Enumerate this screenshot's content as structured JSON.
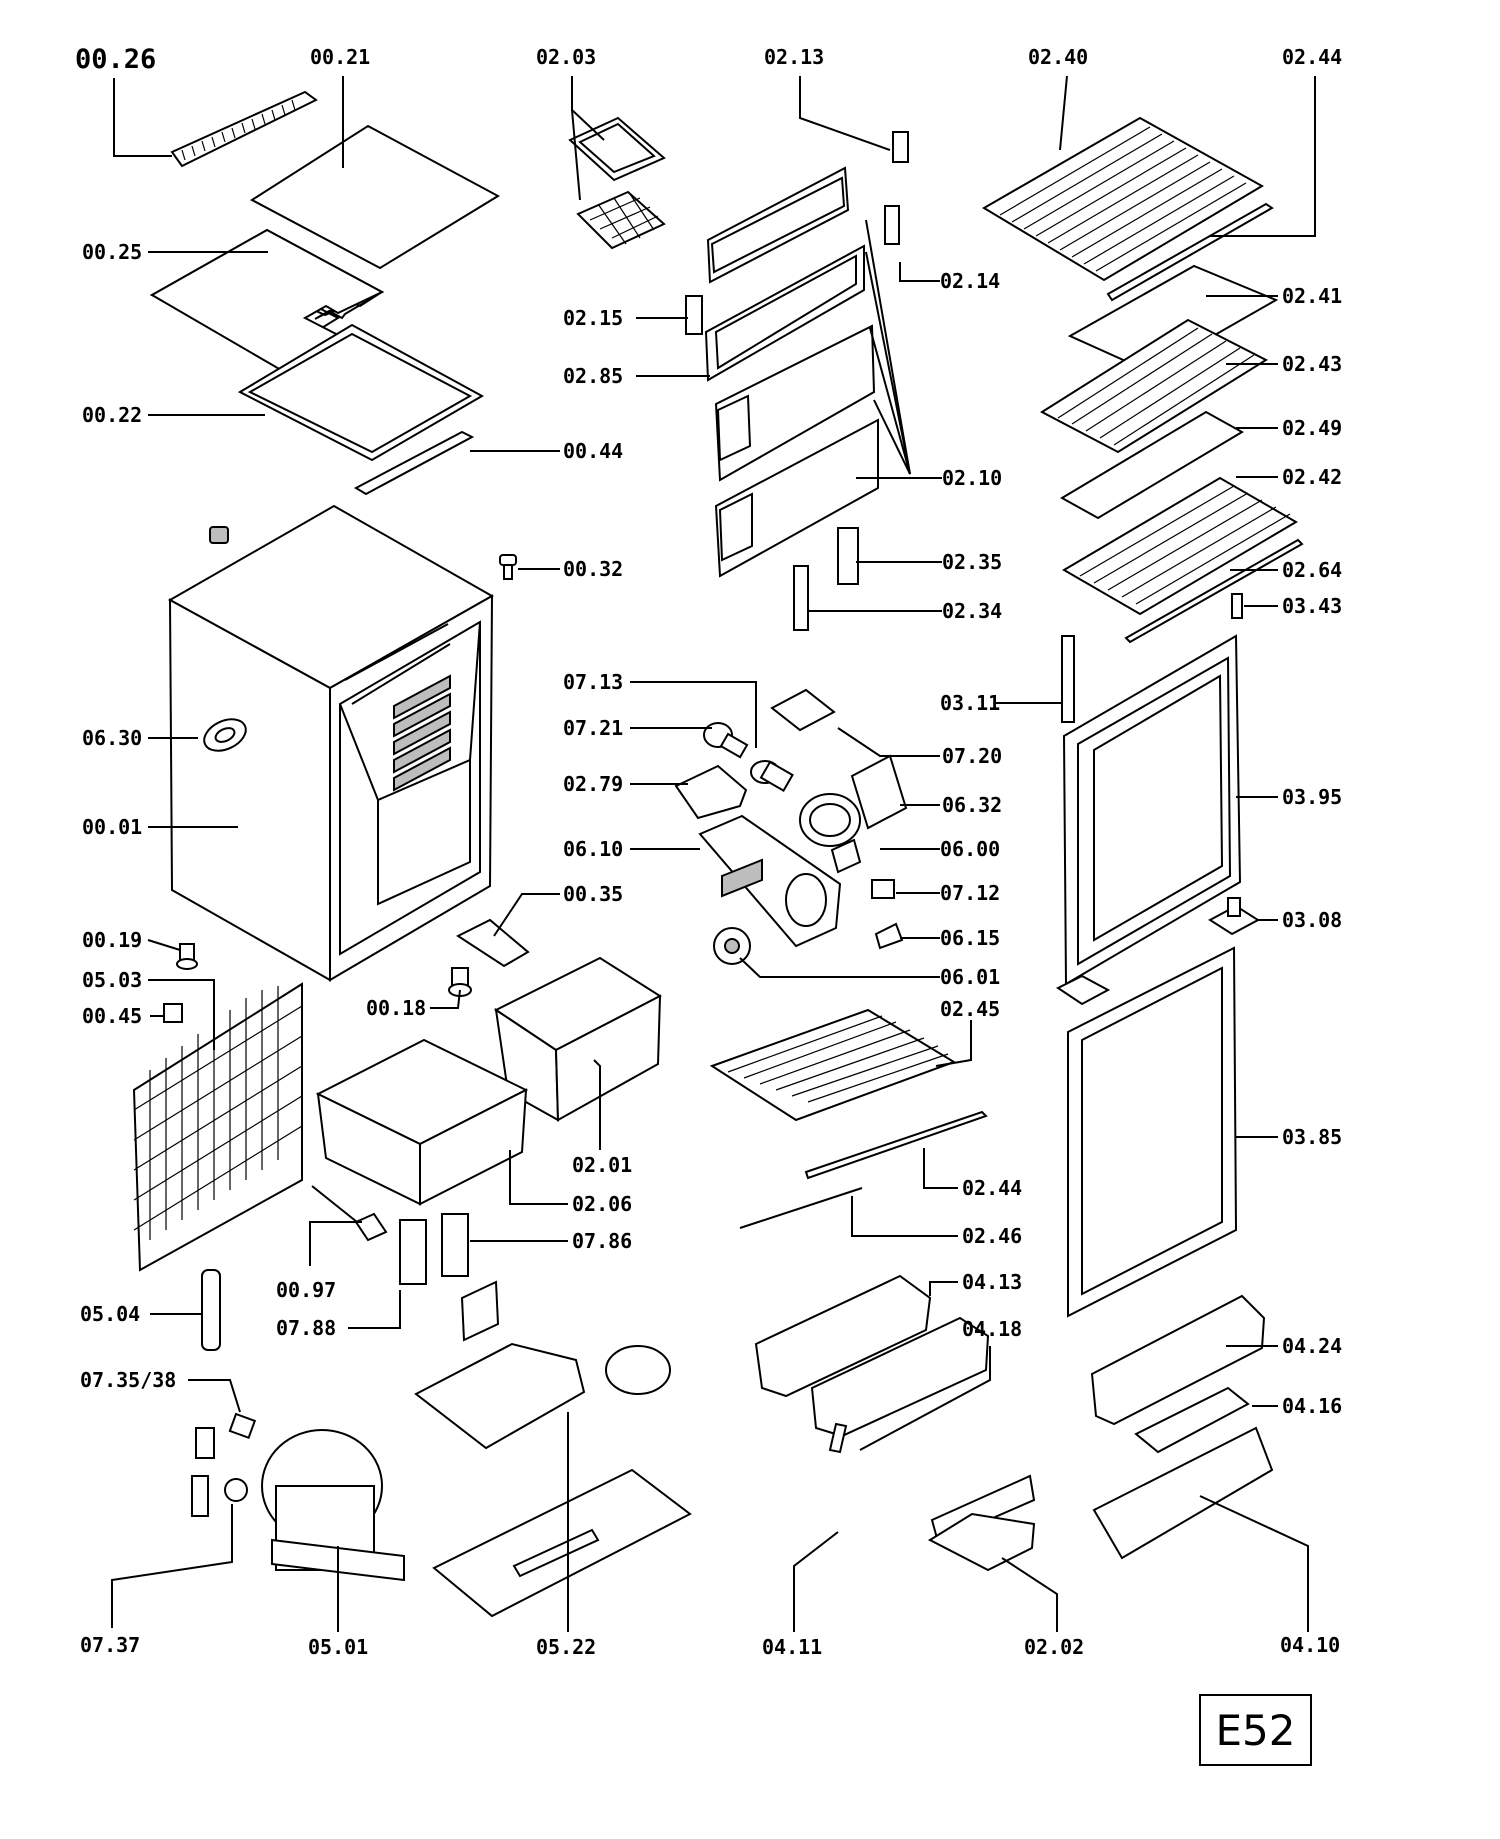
{
  "drawing_code": "E52",
  "callouts": [
    {
      "id": "c0026",
      "label": "00.26"
    },
    {
      "id": "c0021",
      "label": "00.21"
    },
    {
      "id": "c0203",
      "label": "02.03"
    },
    {
      "id": "c0213",
      "label": "02.13"
    },
    {
      "id": "c0240",
      "label": "02.40"
    },
    {
      "id": "c0244a",
      "label": "02.44"
    },
    {
      "id": "c0025",
      "label": "00.25"
    },
    {
      "id": "c0214",
      "label": "02.14"
    },
    {
      "id": "c0241",
      "label": "02.41"
    },
    {
      "id": "c0215",
      "label": "02.15"
    },
    {
      "id": "c0285",
      "label": "02.85"
    },
    {
      "id": "c0243",
      "label": "02.43"
    },
    {
      "id": "c0022",
      "label": "00.22"
    },
    {
      "id": "c0044",
      "label": "00.44"
    },
    {
      "id": "c0249",
      "label": "02.49"
    },
    {
      "id": "c0210",
      "label": "02.10"
    },
    {
      "id": "c0242",
      "label": "02.42"
    },
    {
      "id": "c0032",
      "label": "00.32"
    },
    {
      "id": "c0235",
      "label": "02.35"
    },
    {
      "id": "c0264",
      "label": "02.64"
    },
    {
      "id": "c0234",
      "label": "02.34"
    },
    {
      "id": "c0343",
      "label": "03.43"
    },
    {
      "id": "c0713",
      "label": "07.13"
    },
    {
      "id": "c0311",
      "label": "03.11"
    },
    {
      "id": "c0721",
      "label": "07.21"
    },
    {
      "id": "c0720",
      "label": "07.20"
    },
    {
      "id": "c0630",
      "label": "06.30"
    },
    {
      "id": "c0279",
      "label": "02.79"
    },
    {
      "id": "c0632",
      "label": "06.32"
    },
    {
      "id": "c0395",
      "label": "03.95"
    },
    {
      "id": "c0001",
      "label": "00.01"
    },
    {
      "id": "c0610",
      "label": "06.10"
    },
    {
      "id": "c0600",
      "label": "06.00"
    },
    {
      "id": "c0035",
      "label": "00.35"
    },
    {
      "id": "c0712",
      "label": "07.12"
    },
    {
      "id": "c0308",
      "label": "03.08"
    },
    {
      "id": "c0019",
      "label": "00.19"
    },
    {
      "id": "c0615",
      "label": "06.15"
    },
    {
      "id": "c0503",
      "label": "05.03"
    },
    {
      "id": "c0601",
      "label": "06.01"
    },
    {
      "id": "c0018",
      "label": "00.18"
    },
    {
      "id": "c0245",
      "label": "02.45"
    },
    {
      "id": "c0045",
      "label": "00.45"
    },
    {
      "id": "c0385",
      "label": "03.85"
    },
    {
      "id": "c0201",
      "label": "02.01"
    },
    {
      "id": "c0244b",
      "label": "02.44"
    },
    {
      "id": "c0206",
      "label": "02.06"
    },
    {
      "id": "c0246",
      "label": "02.46"
    },
    {
      "id": "c0786",
      "label": "07.86"
    },
    {
      "id": "c0413",
      "label": "04.13"
    },
    {
      "id": "c0097",
      "label": "00.97"
    },
    {
      "id": "c0504",
      "label": "05.04"
    },
    {
      "id": "c0788",
      "label": "07.88"
    },
    {
      "id": "c0418",
      "label": "04.18"
    },
    {
      "id": "c0424",
      "label": "04.24"
    },
    {
      "id": "c0735",
      "label": "07.35/38"
    },
    {
      "id": "c0416",
      "label": "04.16"
    },
    {
      "id": "c0737",
      "label": "07.37"
    },
    {
      "id": "c0501",
      "label": "05.01"
    },
    {
      "id": "c0522",
      "label": "05.22"
    },
    {
      "id": "c0411",
      "label": "04.11"
    },
    {
      "id": "c0202",
      "label": "02.02"
    },
    {
      "id": "c0410",
      "label": "04.10"
    }
  ]
}
